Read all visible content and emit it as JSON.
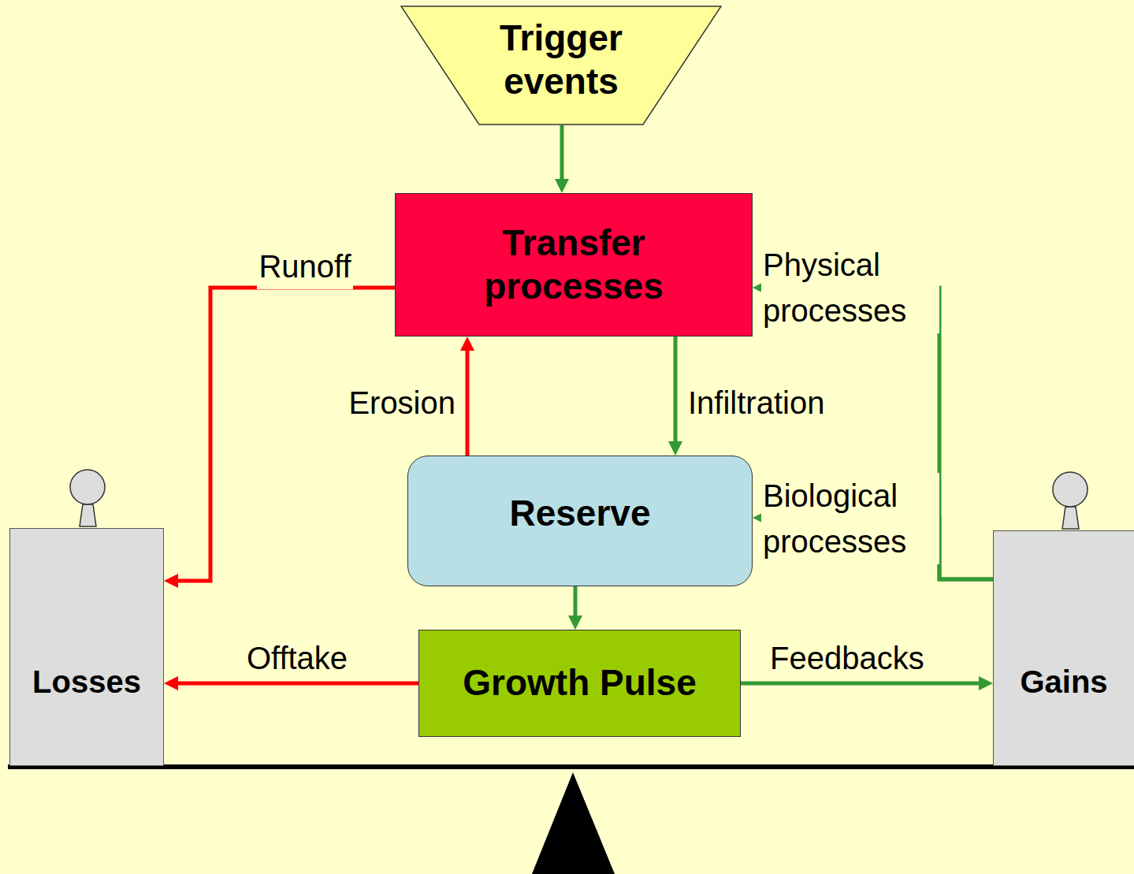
{
  "diagram": {
    "nodes": [
      {
        "text": [
          "Trigger events"
        ]
      },
      {
        "text": [
          "Transfer processes"
        ]
      },
      {
        "text": [
          "Reserve"
        ]
      },
      {
        "text": [
          "Growth Pulse"
        ]
      },
      {
        "text": [
          "Losses"
        ]
      },
      {
        "text": [
          "Gains"
        ]
      }
    ],
    "edges": [
      {
        "from": 0,
        "to": 1,
        "arrow": "to"
      },
      {
        "from": 1,
        "to": 4,
        "label": "Runoff",
        "arrow": "to"
      },
      {
        "from": 2,
        "to": 1,
        "label": "Erosion",
        "arrow": "to"
      },
      {
        "from": 1,
        "to": 2,
        "label": "Infiltration",
        "arrow": "to"
      },
      {
        "from": 5,
        "to": 1,
        "label": "Physical processes",
        "arrow": "to"
      },
      {
        "from": 5,
        "to": 2,
        "label": "Biological processes",
        "arrow": "to"
      },
      {
        "from": 2,
        "to": 3,
        "arrow": "to"
      },
      {
        "from": 3,
        "to": 4,
        "label": "Offtake",
        "arrow": "to"
      },
      {
        "from": 3,
        "to": 5,
        "label": "Feedbacks",
        "arrow": "to"
      }
    ]
  }
}
